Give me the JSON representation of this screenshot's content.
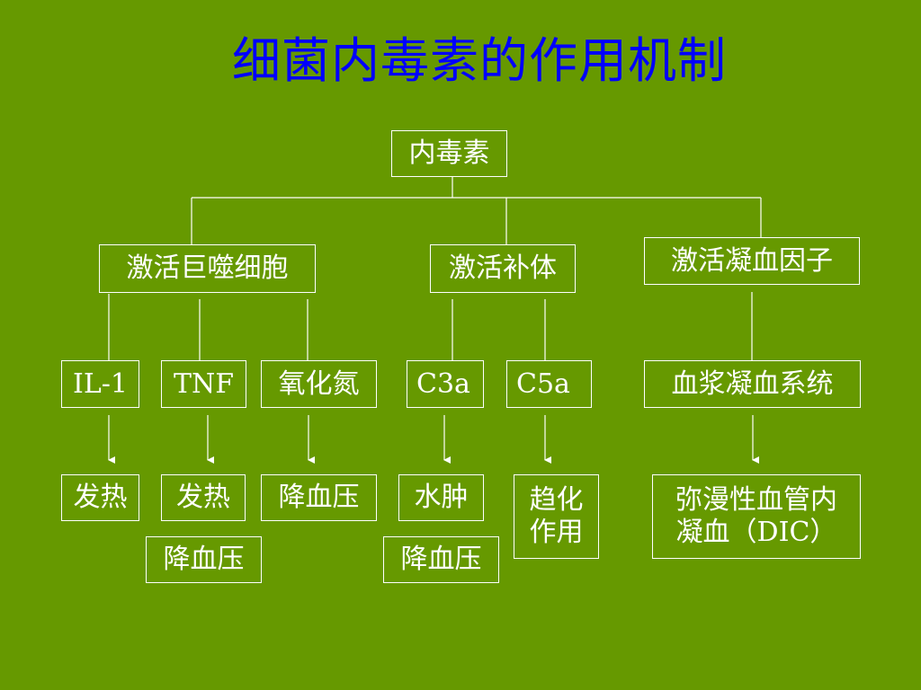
{
  "title": "细菌内毒素的作用机制",
  "root": "内毒素",
  "level1": {
    "macrophage": "激活巨噬细胞",
    "complement": "激活补体",
    "coagulation": "激活凝血因子"
  },
  "level2": {
    "il1": "IL-1",
    "tnf": "TNF",
    "nitric_oxide": "氧化氮",
    "c3a": "C3a",
    "c5a": "C5a",
    "plasma_coag": "血浆凝血系统"
  },
  "effects": {
    "il1_fever": "发热",
    "tnf_fever": "发热",
    "tnf_hypotension": "降血压",
    "no_hypotension": "降血压",
    "c3a_edema": "水肿",
    "c3a_hypotension": "降血压",
    "c5a_chemotaxis_line1": "趋化",
    "c5a_chemotaxis_line2": "作用",
    "dic_line1": "弥漫性血管内",
    "dic_line2": "凝血（DIC）"
  },
  "colors": {
    "background": "#669900",
    "title": "#0000ff",
    "text": "#ffffff",
    "lines": "#ffffff"
  }
}
